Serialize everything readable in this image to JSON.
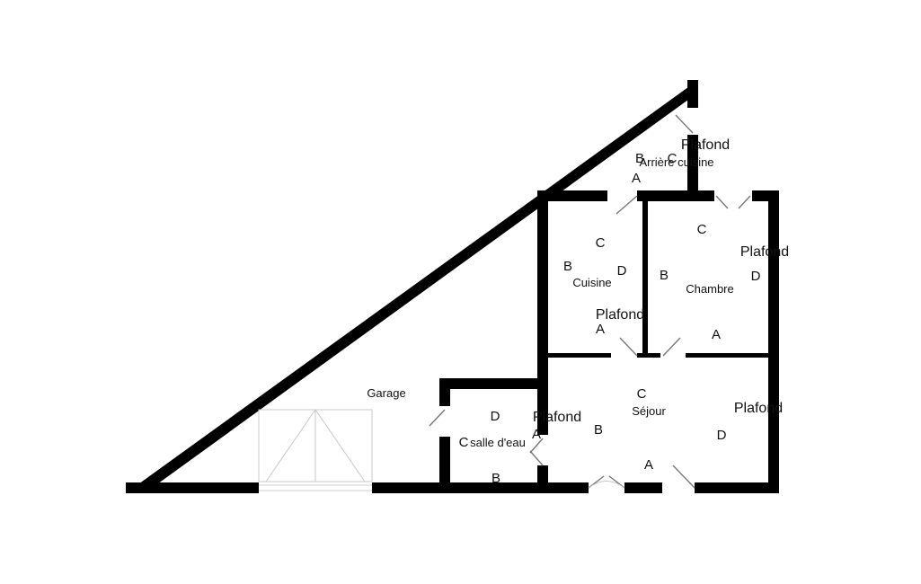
{
  "rooms": {
    "garage": {
      "name": "Garage"
    },
    "arriere_cuisine": {
      "name": "Arrière cuisine",
      "ceiling": "Plafond",
      "walls": [
        "A",
        "B",
        "C"
      ]
    },
    "cuisine": {
      "name": "Cuisine",
      "ceiling": "Plafond",
      "walls": [
        "A",
        "B",
        "C",
        "D"
      ]
    },
    "chambre": {
      "name": "Chambre",
      "ceiling": "Plafond",
      "walls": [
        "A",
        "B",
        "C",
        "D"
      ]
    },
    "salle_deau": {
      "name": "salle d'eau",
      "ceiling": "Plafond",
      "walls": [
        "A",
        "B",
        "C",
        "D"
      ]
    },
    "sejour": {
      "name": "Séjour",
      "ceiling": "Plafond",
      "walls": [
        "A",
        "B",
        "C",
        "D"
      ]
    }
  },
  "colors": {
    "wall": "#000000",
    "background": "#ffffff",
    "door": "#777777"
  }
}
